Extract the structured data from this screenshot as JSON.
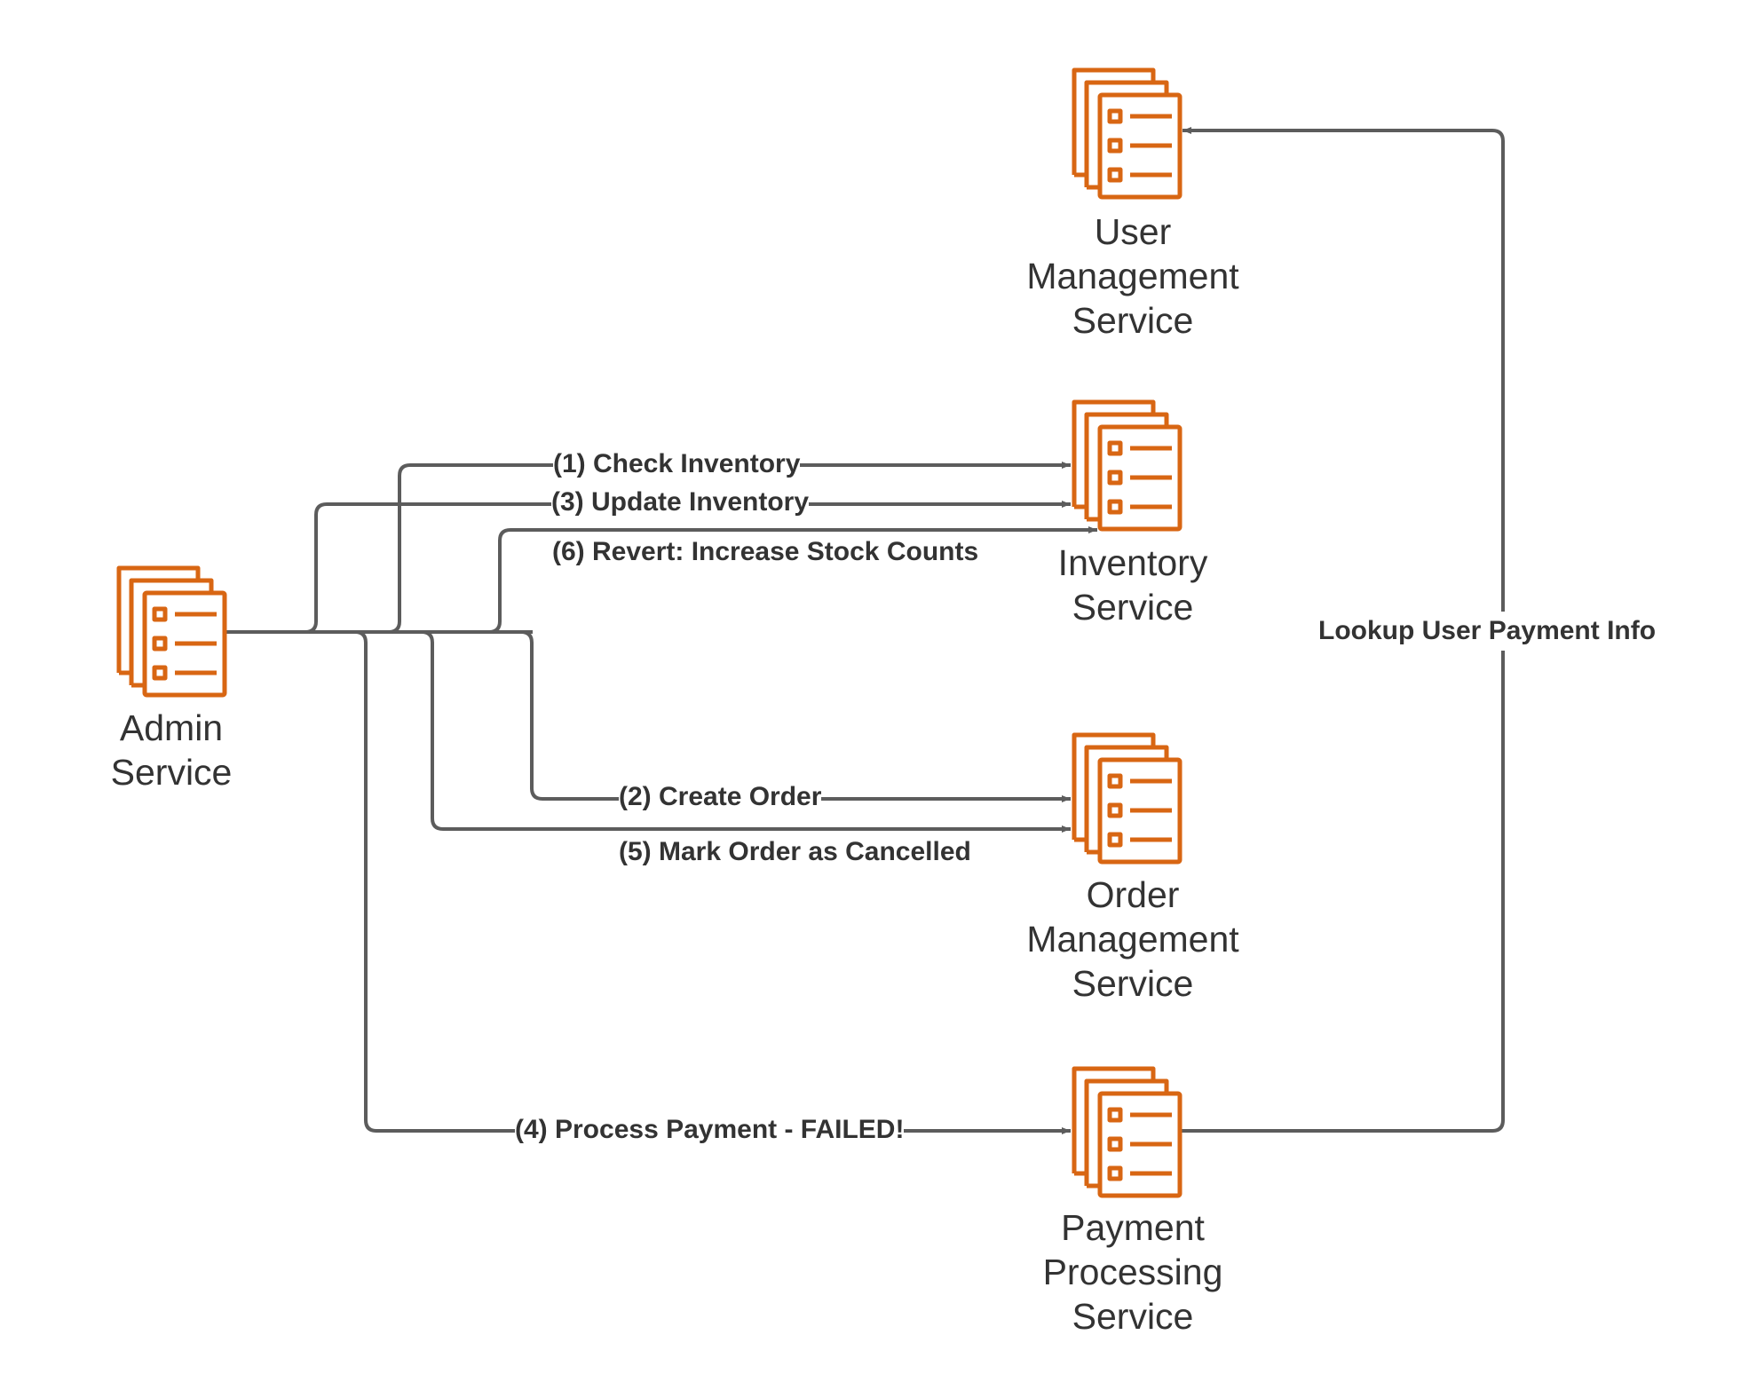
{
  "diagram": {
    "title": "",
    "colors": {
      "service_icon": "#d86613",
      "connector": "#5c5c5c",
      "text": "#333333",
      "background": "#ffffff"
    },
    "nodes": [
      {
        "id": "admin",
        "icon": "document-list-stack-icon",
        "label_lines": [
          "Admin",
          "Service"
        ]
      },
      {
        "id": "user_mgmt",
        "icon": "document-list-stack-icon",
        "label_lines": [
          "User",
          "Management",
          "Service"
        ]
      },
      {
        "id": "inventory",
        "icon": "document-list-stack-icon",
        "label_lines": [
          "Inventory",
          "Service"
        ]
      },
      {
        "id": "order_mgmt",
        "icon": "document-list-stack-icon",
        "label_lines": [
          "Order",
          "Management",
          "Service"
        ]
      },
      {
        "id": "payment",
        "icon": "document-list-stack-icon",
        "label_lines": [
          "Payment",
          "Processing",
          "Service"
        ]
      }
    ],
    "edges": [
      {
        "id": "e1",
        "from": "admin",
        "to": "inventory",
        "step": 1,
        "label": "(1) Check Inventory"
      },
      {
        "id": "e2",
        "from": "admin",
        "to": "order_mgmt",
        "step": 2,
        "label": "(2) Create Order"
      },
      {
        "id": "e3",
        "from": "admin",
        "to": "inventory",
        "step": 3,
        "label": "(3) Update Inventory"
      },
      {
        "id": "e4",
        "from": "admin",
        "to": "payment",
        "step": 4,
        "label": "(4) Process Payment - FAILED!"
      },
      {
        "id": "e5",
        "from": "admin",
        "to": "order_mgmt",
        "step": 5,
        "label": "(5) Mark Order as Cancelled"
      },
      {
        "id": "e6",
        "from": "admin",
        "to": "inventory",
        "step": 6,
        "label": "(6) Revert: Increase Stock Counts"
      },
      {
        "id": "e7",
        "from": "payment",
        "to": "user_mgmt",
        "step": null,
        "label": "Lookup User Payment Info"
      }
    ]
  }
}
